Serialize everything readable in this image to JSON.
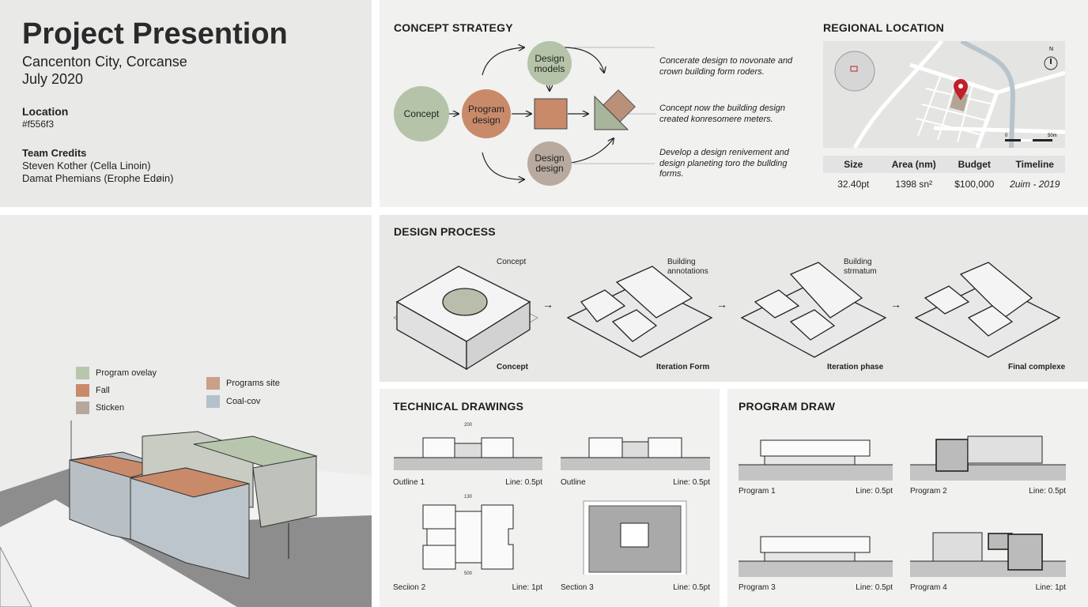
{
  "title": {
    "heading": "Project Presention",
    "city": "Cancenton City, Corcanse",
    "date": "July 2020",
    "location_label": "Location",
    "location_value": "#f556f3",
    "credits_label": "Team Credits",
    "credits": [
      "Steven Kother (Cella Linoin)",
      "Damat Phemians (Erophe Edøin)"
    ]
  },
  "concept": {
    "heading": "CONCEPT STRATEGY",
    "nodes": {
      "concept": "Concept",
      "program1": "Program",
      "program2": "design",
      "models1": "Design",
      "models2": "models",
      "design1": "Design",
      "design2": "design"
    },
    "notes": [
      [
        "Concerate design to novonate and",
        "crown building form roders."
      ],
      [
        "Concept now the building design",
        "created konresomere meters."
      ],
      [
        "Develop a design renivement and",
        "design planeting toro the bullding",
        "forms."
      ]
    ],
    "colors": {
      "green": "#b5c4a8",
      "orange": "#c98a6a",
      "taupe": "#b8aa9e"
    }
  },
  "regional": {
    "heading": "REGIONAL LOCATION",
    "north": "N",
    "scale_start": "0",
    "scale_end": "50m",
    "pin_color": "#c0202a",
    "table": {
      "headers": [
        "Size",
        "Area (nm)",
        "Budget",
        "Timeline"
      ],
      "values": [
        "32.40pt",
        "1398 sn²",
        "$100,000",
        "2uim - 2019"
      ]
    }
  },
  "legend": [
    {
      "label": "Program ovelay",
      "color": "#b8c6ad"
    },
    {
      "label": "Fall",
      "color": "#c98a6a"
    },
    {
      "label": "Sticken",
      "color": "#b6a89c"
    },
    {
      "label": "Programs site",
      "color": "#c9a088"
    },
    {
      "label": "Coal-cov",
      "color": "#b4c0cb"
    }
  ],
  "process": {
    "heading": "DESIGN PROCESS",
    "steps": [
      "Concept",
      "Iteration Form",
      "Iteration phase",
      "Final complexe"
    ],
    "annotations": [
      "Concept",
      "Building",
      "annotations",
      "Building",
      "strmatum"
    ]
  },
  "technical": {
    "heading": "TECHNICAL DRAWINGS",
    "items": [
      {
        "name": "Outline 1",
        "line": "Line: 0.5pt"
      },
      {
        "name": "Outline",
        "line": "Line: 0.5pt"
      },
      {
        "name": "Seciion 2",
        "line": "Line: 1pt"
      },
      {
        "name": "Section 3",
        "line": "Line: 0.5pt"
      }
    ],
    "dims": [
      "200",
      "130",
      "500"
    ]
  },
  "program": {
    "heading": "PROGRAM DRAW",
    "items": [
      {
        "name": "Program 1",
        "line": "Line: 0.5pt"
      },
      {
        "name": "Program 2",
        "line": "Line: 0.5pt"
      },
      {
        "name": "Program 3",
        "line": "Line: 0.5pt"
      },
      {
        "name": "Program 4",
        "line": "Line: 1pt"
      }
    ]
  }
}
